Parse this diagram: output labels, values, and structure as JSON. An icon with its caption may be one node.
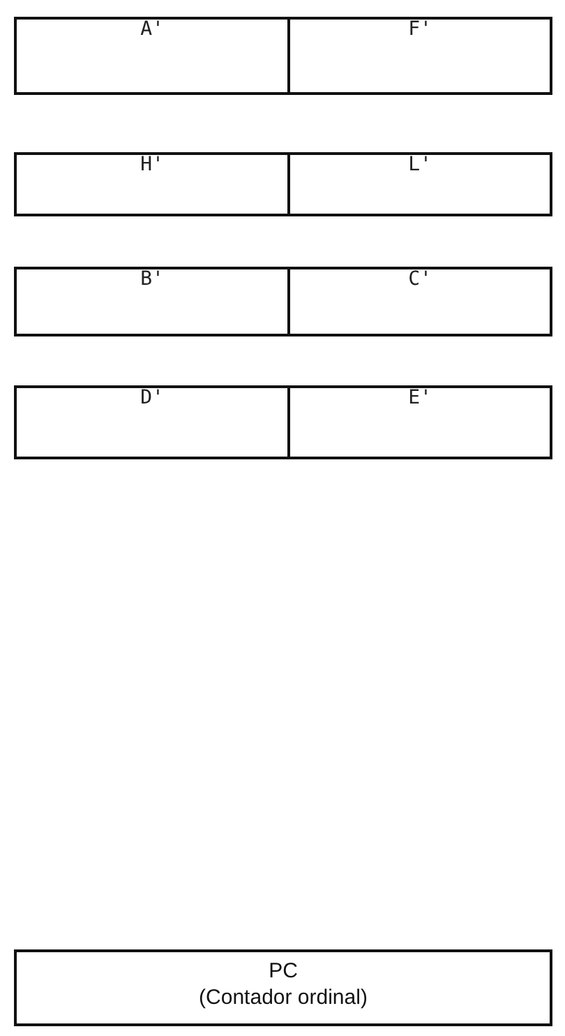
{
  "diagram": {
    "nodes": [
      {
        "text": [
          "A'"
        ]
      },
      {
        "text": [
          "F'"
        ]
      },
      {
        "text": [
          "H'"
        ]
      },
      {
        "text": [
          "L'"
        ]
      },
      {
        "text": [
          "B'"
        ]
      },
      {
        "text": [
          "C'"
        ]
      },
      {
        "text": [
          "D'"
        ]
      },
      {
        "text": [
          "E'"
        ]
      },
      {
        "text": [
          "PC",
          "(Contador ordinal)"
        ]
      }
    ]
  }
}
